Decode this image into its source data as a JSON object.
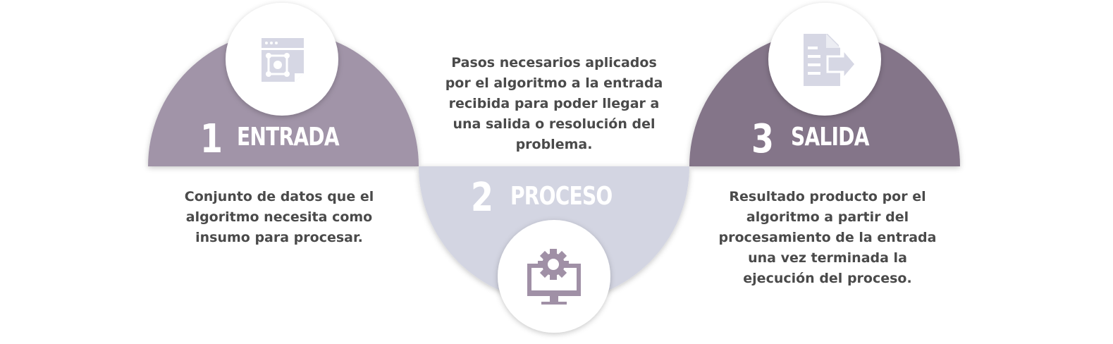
{
  "steps": [
    {
      "number": "1",
      "title": "ENTRADA",
      "description_lines": [
        "Conjunto de datos que el",
        "algoritmo necesita como",
        "insumo para procesar."
      ],
      "icon": "input-data-icon"
    },
    {
      "number": "2",
      "title": "PROCESO",
      "description_lines": [
        "Pasos necesarios aplicados",
        "por el algoritmo a la entrada",
        "recibida para poder llegar a",
        "una salida o resolución del",
        "problema."
      ],
      "icon": "monitor-gear-icon"
    },
    {
      "number": "3",
      "title": "SALIDA",
      "description_lines": [
        "Resultado producto por el",
        "algoritmo a partir del",
        "procesamiento de la entrada",
        "una vez terminada la",
        "ejecución del proceso."
      ],
      "icon": "document-export-icon"
    }
  ],
  "colors": {
    "entrada": "#a194a8",
    "proceso": "#d3d5e2",
    "salida": "#847489",
    "circle": "#ffffff",
    "icon_light": "#d6d7e4",
    "icon_dark": "#a090a6",
    "text": "#4a4a4a"
  }
}
